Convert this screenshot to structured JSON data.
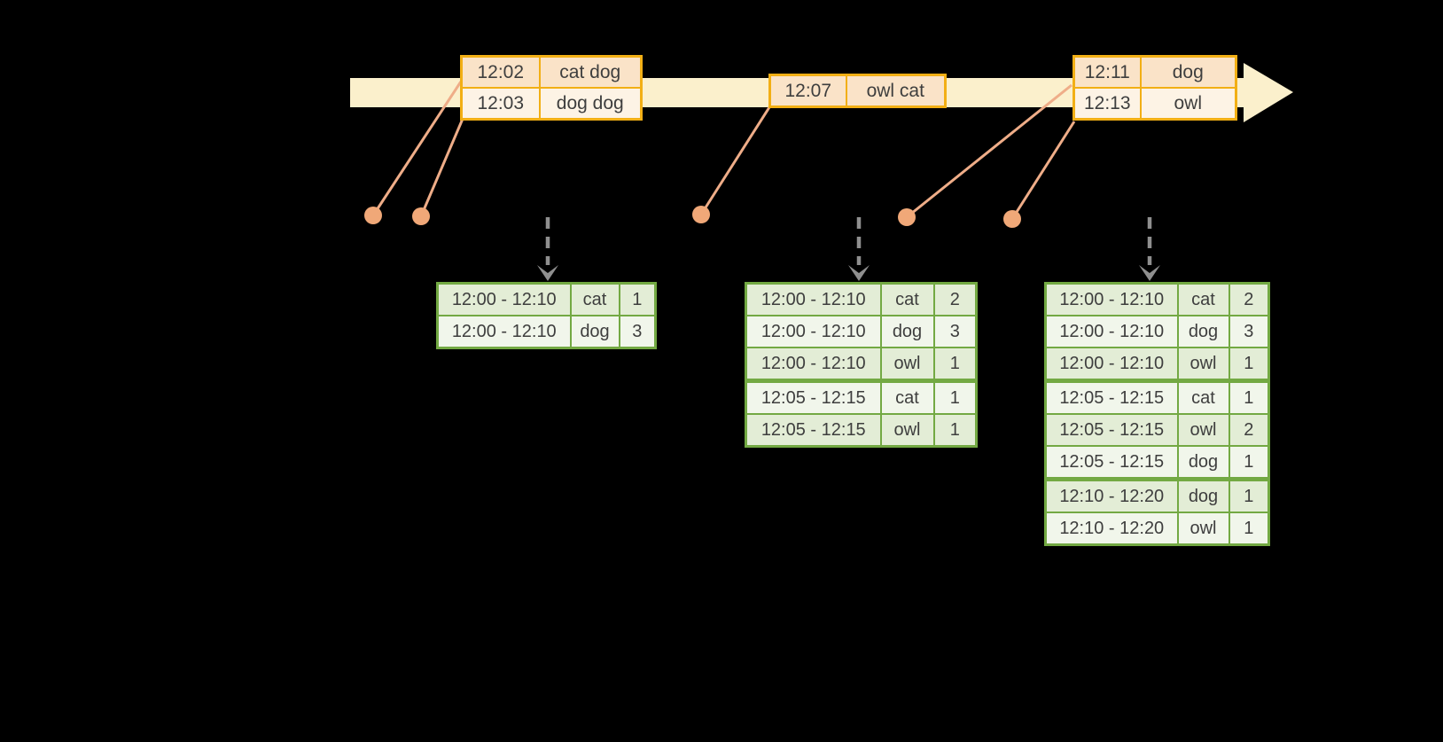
{
  "colors": {
    "background": "#000000",
    "band": "#FBF0CC",
    "gold": "#F2AF15",
    "peach_a": "#FAE3C8",
    "peach_b": "#FDF3E5",
    "salmon": "#F0A878",
    "salmon_line": "#EFAD88",
    "arrow_gray": "#8F8F8F",
    "green": "#73A943",
    "green_a": "#E3EDD6",
    "green_b": "#F1F6EB",
    "ink": "#3E3E3E"
  },
  "icons": {
    "timeline_arrowhead": "right-arrowhead",
    "trigger_arrow": "down-dashed-arrow",
    "event_dot": "event-dot"
  },
  "event_tables": [
    {
      "rows": [
        {
          "time": "12:02",
          "words": "cat dog"
        },
        {
          "time": "12:03",
          "words": "dog dog"
        }
      ]
    },
    {
      "rows": [
        {
          "time": "12:07",
          "words": "owl cat"
        }
      ]
    },
    {
      "rows": [
        {
          "time": "12:11",
          "words": "dog"
        },
        {
          "time": "12:13",
          "words": "owl"
        }
      ]
    }
  ],
  "result_tables": [
    {
      "rows": [
        {
          "window": "12:00 - 12:10",
          "word": "cat",
          "count": "1"
        },
        {
          "window": "12:00 - 12:10",
          "word": "dog",
          "count": "3"
        }
      ]
    },
    {
      "rows": [
        {
          "window": "12:00 - 12:10",
          "word": "cat",
          "count": "2"
        },
        {
          "window": "12:00 - 12:10",
          "word": "dog",
          "count": "3"
        },
        {
          "window": "12:00 - 12:10",
          "word": "owl",
          "count": "1"
        },
        {
          "window": "12:05 - 12:15",
          "word": "cat",
          "count": "1"
        },
        {
          "window": "12:05 - 12:15",
          "word": "owl",
          "count": "1"
        }
      ]
    },
    {
      "rows": [
        {
          "window": "12:00 - 12:10",
          "word": "cat",
          "count": "2"
        },
        {
          "window": "12:00 - 12:10",
          "word": "dog",
          "count": "3"
        },
        {
          "window": "12:00 - 12:10",
          "word": "owl",
          "count": "1"
        },
        {
          "window": "12:05 - 12:15",
          "word": "cat",
          "count": "1"
        },
        {
          "window": "12:05 - 12:15",
          "word": "owl",
          "count": "2"
        },
        {
          "window": "12:05 - 12:15",
          "word": "dog",
          "count": "1"
        },
        {
          "window": "12:10 - 12:20",
          "word": "dog",
          "count": "1"
        },
        {
          "window": "12:10 - 12:20",
          "word": "owl",
          "count": "1"
        }
      ]
    }
  ]
}
